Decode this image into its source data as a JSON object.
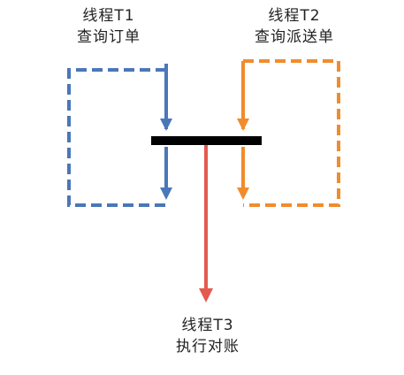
{
  "threads": [
    {
      "title": "线程T1",
      "task": "查询订单",
      "color": "#4a77b8"
    },
    {
      "title": "线程T2",
      "task": "查询派送单",
      "color": "#f08c2c"
    },
    {
      "title": "线程T3",
      "task": "执行对账",
      "color": "#e35a4f"
    }
  ],
  "barrier_color": "#000000"
}
